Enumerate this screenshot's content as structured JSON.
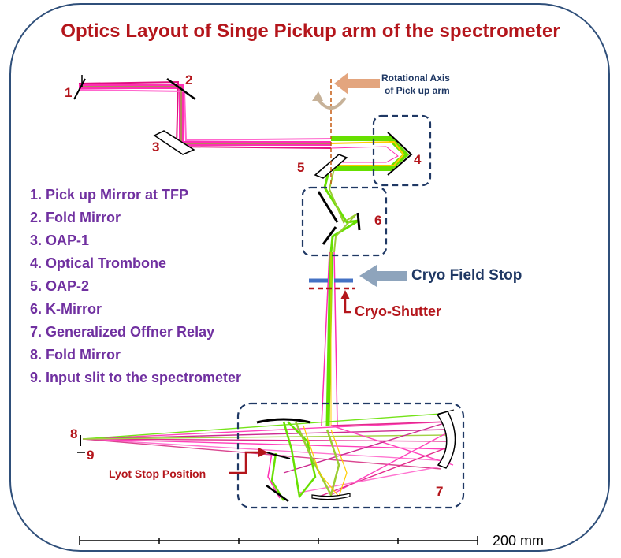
{
  "title": "Optics Layout of Singe Pickup arm of the spectrometer",
  "legend": [
    "1. Pick up Mirror at TFP",
    "2. Fold Mirror",
    "3. OAP-1",
    "4. Optical Trombone",
    "5. OAP-2",
    "6. K-Mirror",
    "7. Generalized Offner Relay",
    "8. Fold Mirror",
    "9. Input slit to the spectrometer"
  ],
  "labels": {
    "n1": "1",
    "n2": "2",
    "n3": "3",
    "n4": "4",
    "n5": "5",
    "n6": "6",
    "n7": "7",
    "n8": "8",
    "n9": "9",
    "rot_line1": "Rotational Axis",
    "rot_line2": "of Pick up arm",
    "field_stop": "Cryo Field Stop",
    "shutter": "Cryo-Shutter",
    "lyot": "Lyot Stop Position",
    "scale": "200 mm"
  },
  "colors": {
    "title": "#b4151b",
    "legend": "#7030a0",
    "frame": "#2f4f7a",
    "ray_magenta": "#ff2db4",
    "ray_green": "#66e000",
    "field_stop_arrow": "#8ea4bc",
    "rot_arrow": "#e3a57e"
  }
}
